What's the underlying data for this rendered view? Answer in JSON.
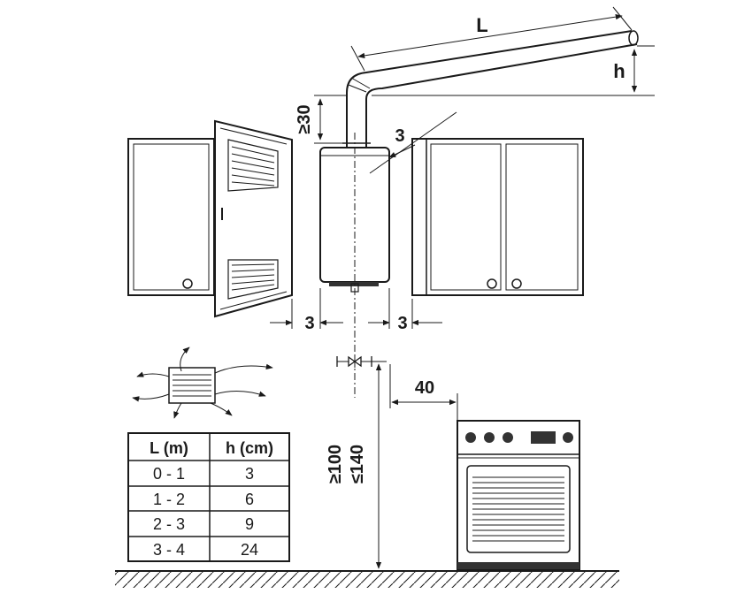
{
  "dimensions": {
    "pipe_length": "L",
    "pipe_rise": "h",
    "flue_height": "≥30",
    "side_gap_diag": "3",
    "side_gap_left": "3",
    "side_gap_right": "3",
    "stove_offset": "40",
    "mount_height_min": "≥100",
    "mount_height_max": "≤140"
  },
  "table": {
    "headers": [
      "L (m)",
      "h (cm)"
    ],
    "rows": [
      [
        "0 - 1",
        "3"
      ],
      [
        "1 - 2",
        "6"
      ],
      [
        "2 - 3",
        "9"
      ],
      [
        "3 - 4",
        "24"
      ]
    ]
  },
  "colors": {
    "line": "#1a1a1a",
    "background": "#ffffff",
    "fill_dark": "#333333"
  }
}
